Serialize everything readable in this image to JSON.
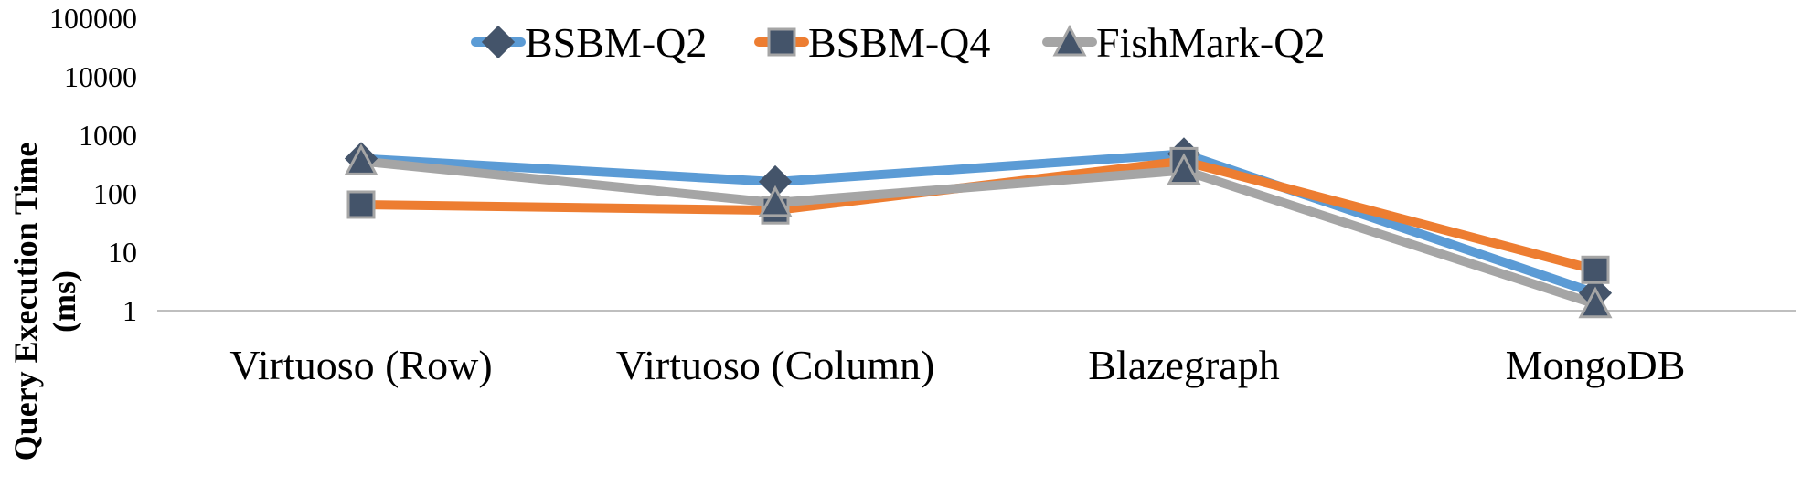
{
  "chart_data": {
    "type": "line",
    "title": "",
    "ylabel_line1": "Query Execution Time",
    "ylabel_line2": "(ms)",
    "xlabel": "",
    "yscale": "log",
    "ylim": [
      1,
      100000
    ],
    "yticks": [
      "1",
      "10",
      "100",
      "1000",
      "10000",
      "100000"
    ],
    "ytick_values": [
      1,
      10,
      100,
      1000,
      10000,
      100000
    ],
    "categories": [
      "Virtuoso (Row)",
      "Virtuoso (Column)",
      "Blazegraph",
      "MongoDB"
    ],
    "legend_position": "top",
    "grid": false,
    "series": [
      {
        "name": "BSBM-Q2",
        "values": [
          400,
          160,
          480,
          2
        ],
        "color": "#5B9BD5",
        "marker": "diamond",
        "marker_color": "#44546A"
      },
      {
        "name": "BSBM-Q4",
        "values": [
          65,
          52,
          360,
          5
        ],
        "color": "#ED7D31",
        "marker": "square",
        "marker_color": "#44546A"
      },
      {
        "name": "FishMark-Q2",
        "values": [
          360,
          70,
          250,
          1.3
        ],
        "color": "#A5A5A5",
        "marker": "triangle",
        "marker_color": "#44546A"
      }
    ]
  }
}
